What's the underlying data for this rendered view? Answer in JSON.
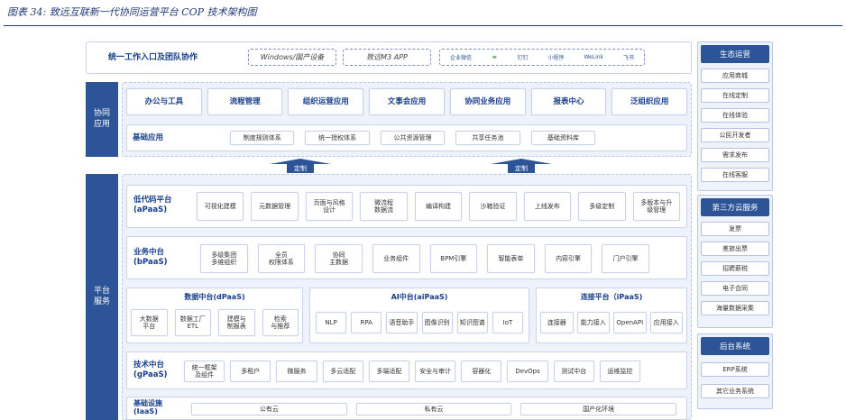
{
  "caption": "图表 34:  致远互联新一代协同运营平台 COP 技术架构图",
  "entry": {
    "title": "统一工作入口及团队协作",
    "windows": "Windows/国产设备",
    "app": "致远M3 APP",
    "channels": [
      "企业微信",
      "钉钉",
      "小程序",
      "飞书"
    ],
    "welink": "WeLink"
  },
  "collab": {
    "side_label": "协同\n应用",
    "apps": [
      "办公与工具",
      "流程管理",
      "组织运营应用",
      "文事会应用",
      "协同业务应用",
      "报表中心",
      "泛组织应用"
    ],
    "base_label": "基础应用",
    "base_items": [
      "制度规则体系",
      "统一授权体系",
      "公共资源管理",
      "共享任务池",
      "基础资料库"
    ]
  },
  "arrows": [
    "定制",
    "定制"
  ],
  "platform": {
    "side_label": "平台\n服务",
    "lowcode": {
      "label": "低代码平台\n(aPaaS)",
      "items": [
        "可视化建模",
        "元数据管理",
        "页面与风格\n设计",
        "微流程\n数据流",
        "编译构建",
        "沙箱验证",
        "上线发布",
        "多级定制",
        "多版本与升\n级管理"
      ]
    },
    "business": {
      "label": "业务中台\n(bPaaS)",
      "items": [
        "多级集团\n多维组织",
        "全员\n权限体系",
        "协同\n主数据",
        "业务组件",
        "BPM引擎",
        "智能表单",
        "内容引擎",
        "门户引擎"
      ]
    },
    "data": {
      "title": "数据中台(dPaaS)",
      "items": [
        "大数据\n平台",
        "数据工厂\nETL",
        "建模与\n制报表",
        "检索\n与推荐"
      ]
    },
    "ai": {
      "title": "AI中台(aiPaaS)",
      "items": [
        "NLP",
        "RPA",
        "语音助手",
        "图像识别",
        "知识图谱",
        "IoT"
      ]
    },
    "connect": {
      "title": "连接平台（iPaaS)",
      "items": [
        "连接器",
        "能力接入",
        "OpenAPI",
        "应用接入"
      ]
    },
    "tech": {
      "label": "技术中台\n(gPaaS)",
      "items": [
        "统一框架\n及组件",
        "多租户",
        "微服务",
        "多云适配",
        "多端适配",
        "安全与审计",
        "容器化",
        "DevOps",
        "测试中台",
        "运维监控"
      ]
    },
    "infra": {
      "label": "基础设施\n(IaaS)",
      "items": [
        "公有云",
        "私有云",
        "国产化环境"
      ]
    }
  },
  "right": {
    "eco": {
      "title": "生态运营",
      "items": [
        "应用商城",
        "在线定制",
        "在线体验",
        "公民开发者",
        "需求发布",
        "在线客服"
      ]
    },
    "cloud": {
      "title": "第三方云服务",
      "items": [
        "发票",
        "差旅出票",
        "招聘薪税",
        "电子合同",
        "海量数据采集"
      ]
    },
    "backend": {
      "title": "后台系统",
      "items": [
        "ERP系统",
        "其它业务系统"
      ]
    }
  },
  "colors": {
    "navy": "#2d5496",
    "text": "#173e8a",
    "panel": "#eef3fb"
  }
}
